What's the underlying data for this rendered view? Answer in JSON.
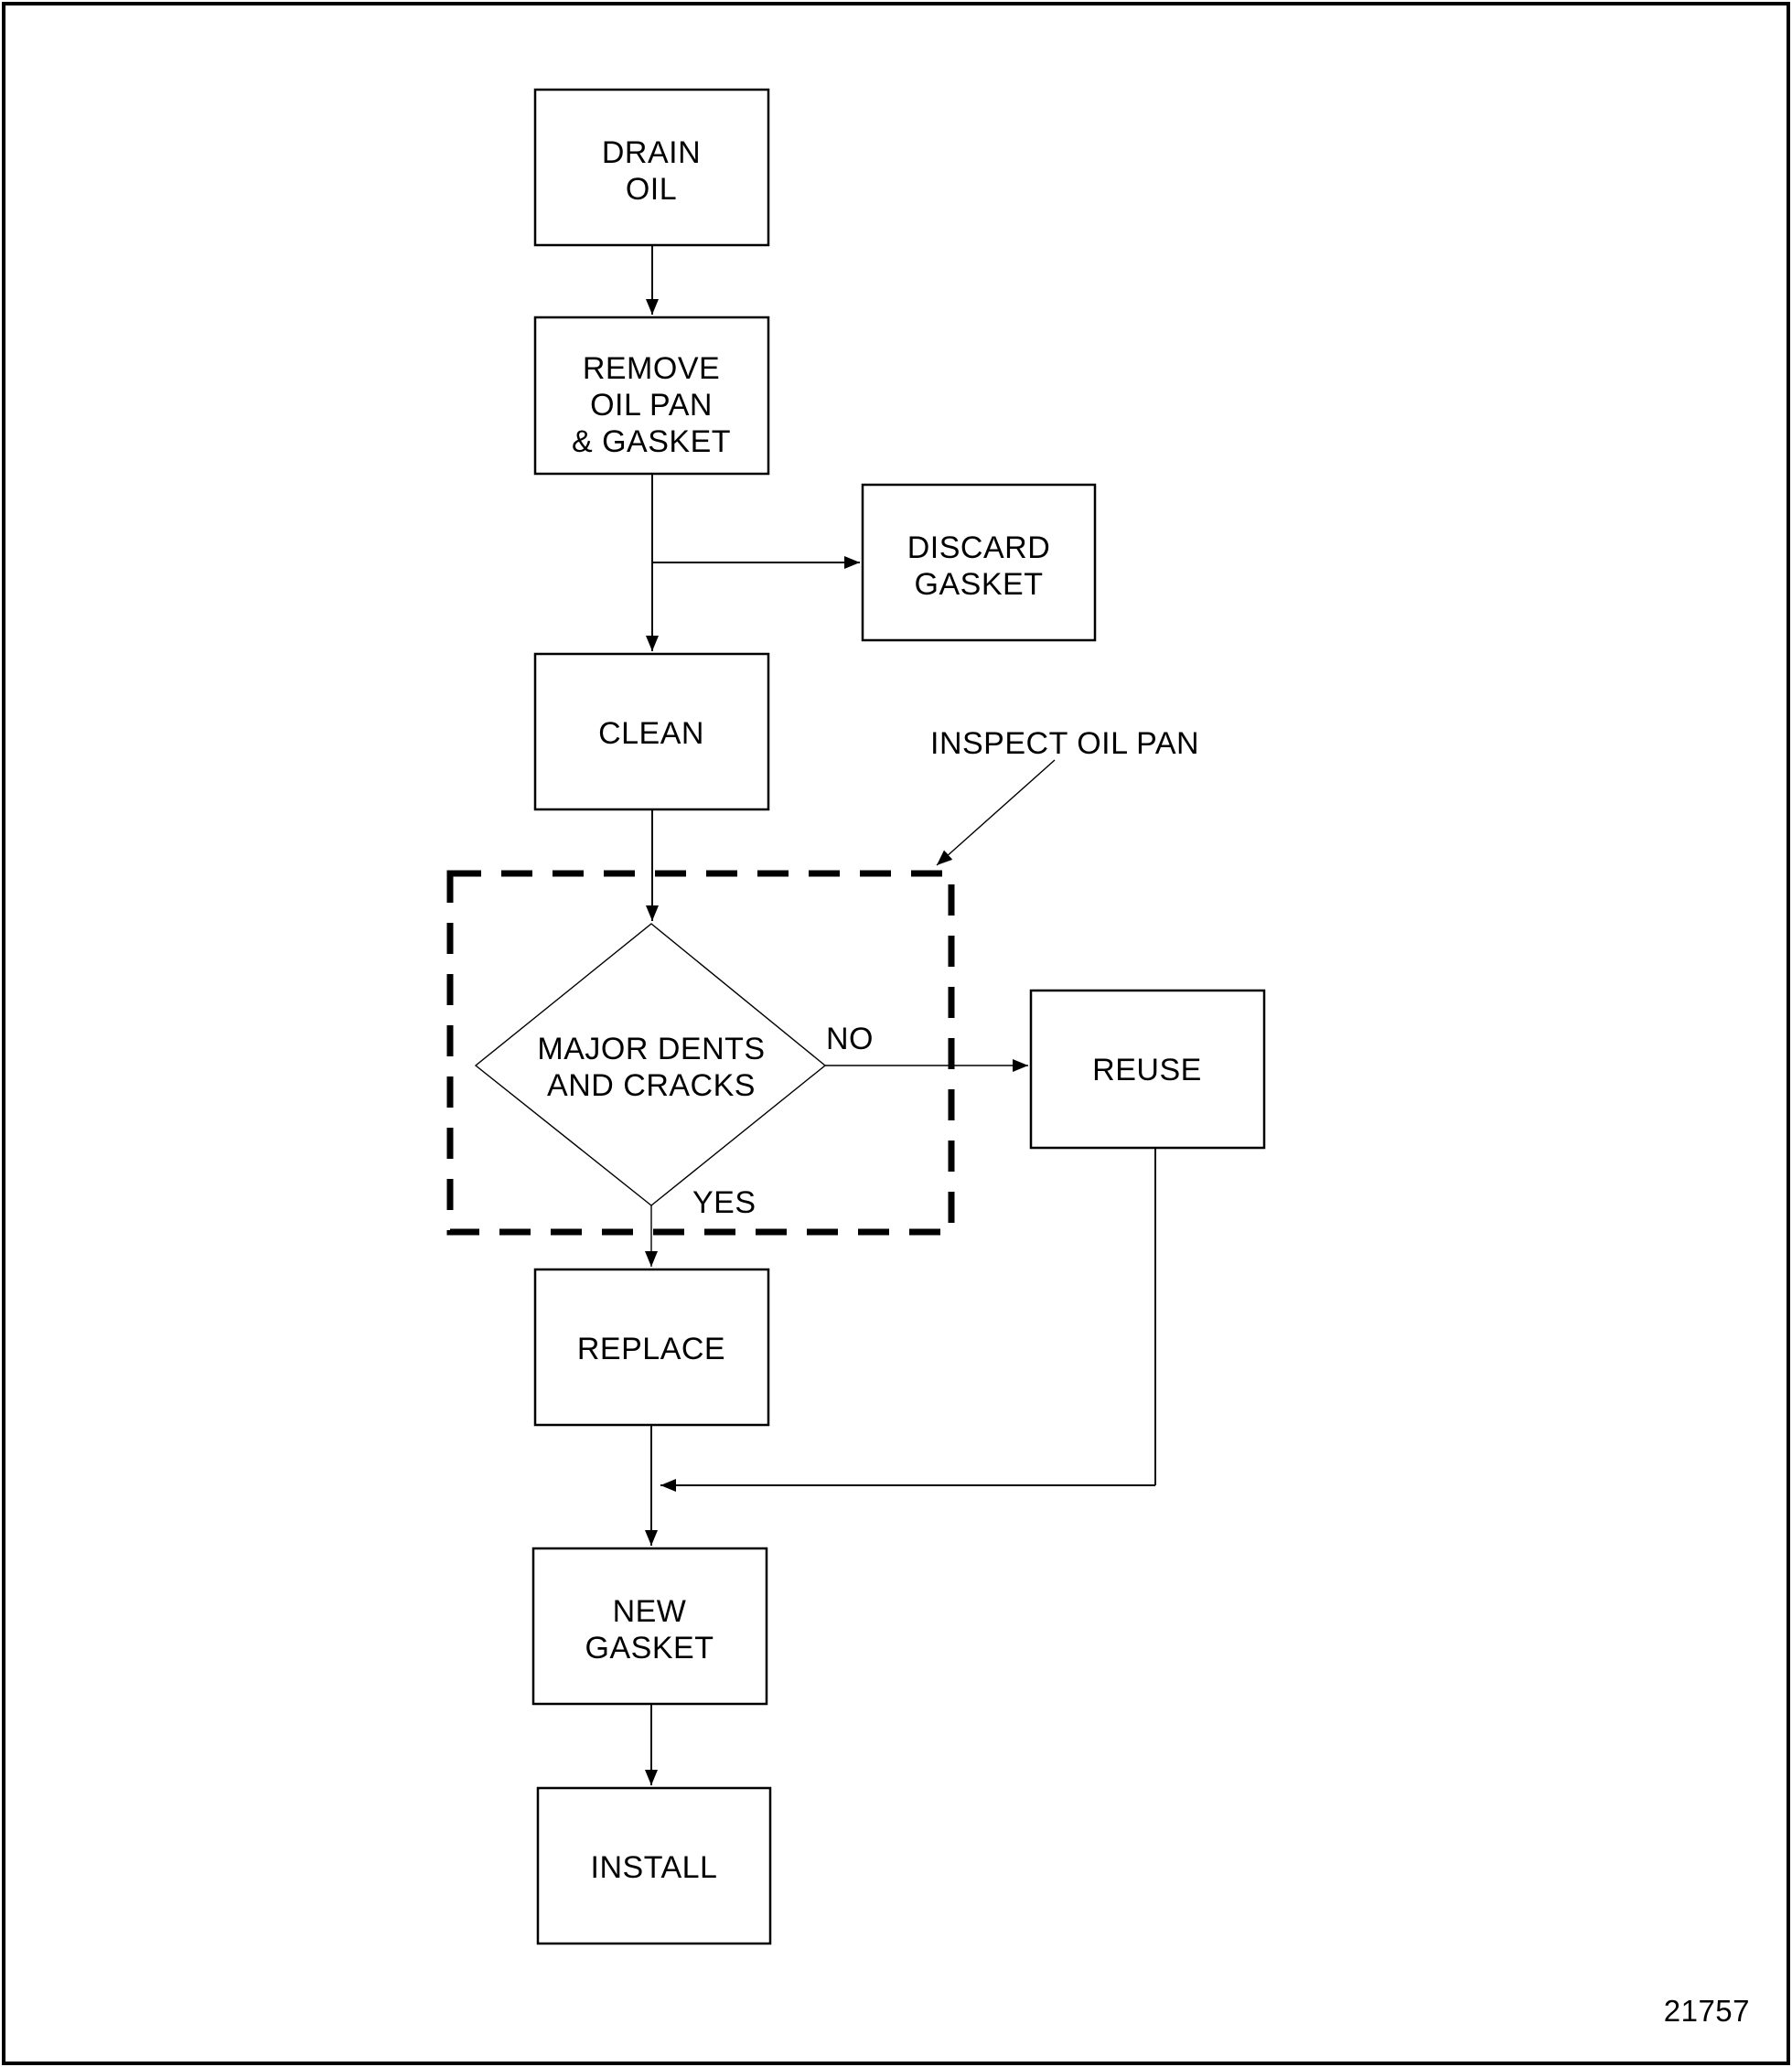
{
  "nodes": {
    "drain_oil": {
      "lines": [
        "DRAIN",
        "OIL"
      ]
    },
    "remove_oil_pan": {
      "lines": [
        "REMOVE",
        "OIL PAN",
        "& GASKET"
      ]
    },
    "discard_gasket": {
      "lines": [
        "DISCARD",
        "GASKET"
      ]
    },
    "clean": {
      "lines": [
        "CLEAN"
      ]
    },
    "decision": {
      "lines": [
        "MAJOR DENTS",
        "AND CRACKS"
      ]
    },
    "reuse": {
      "lines": [
        "REUSE"
      ]
    },
    "replace": {
      "lines": [
        "REPLACE"
      ]
    },
    "new_gasket": {
      "lines": [
        "NEW",
        "GASKET"
      ]
    },
    "install": {
      "lines": [
        "INSTALL"
      ]
    }
  },
  "annotations": {
    "inspect_label": "INSPECT OIL PAN",
    "figure_number": "21757"
  },
  "edge_labels": {
    "no": "NO",
    "yes": "YES"
  },
  "colors": {
    "line": "#000000",
    "background": "#ffffff"
  }
}
